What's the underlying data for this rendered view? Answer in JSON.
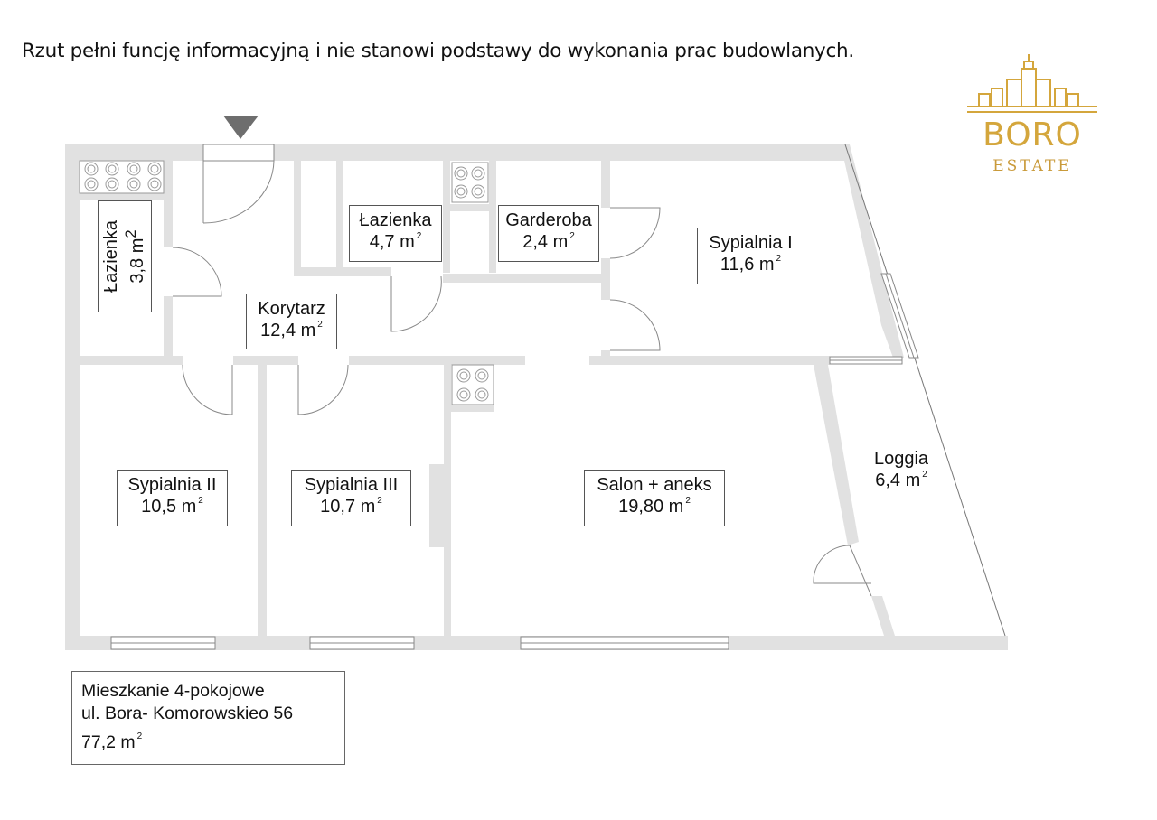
{
  "disclaimer": "Rzut pełni funcję informacyjną i nie stanowi podstawy do wykonania prac budowlanych.",
  "logo": {
    "brand": "BORO",
    "tagline": "ESTATE",
    "color": "#d4a63c",
    "icon": "city-skyline-icon"
  },
  "entrance_marker": "entrance-arrow-icon",
  "rooms": {
    "bathroom_small": {
      "name": "Łazienka",
      "area": "3,8 m",
      "unit_sup": "2"
    },
    "corridor": {
      "name": "Korytarz",
      "area": "12,4 m",
      "unit_sup": "2"
    },
    "bathroom": {
      "name": "Łazienka",
      "area": "4,7 m",
      "unit_sup": "2"
    },
    "wardrobe": {
      "name": "Garderoba",
      "area": "2,4 m",
      "unit_sup": "2"
    },
    "bedroom1": {
      "name": "Sypialnia I",
      "area": "11,6 m",
      "unit_sup": "2"
    },
    "bedroom2": {
      "name": "Sypialnia II",
      "area": "10,5 m",
      "unit_sup": "2"
    },
    "bedroom3": {
      "name": "Sypialnia III",
      "area": "10,7 m",
      "unit_sup": "2"
    },
    "living": {
      "name": "Salon + aneks",
      "area": "19,80 m",
      "unit_sup": "2"
    },
    "loggia": {
      "name": "Loggia",
      "area": "6,4 m",
      "unit_sup": "2"
    }
  },
  "info": {
    "type": "Mieszkanie 4-pokojowe",
    "address": "ul. Bora- Komorowskieo 56",
    "total_area": "77,2 m",
    "unit_sup": "2"
  },
  "colors": {
    "wall": "#e1e1e1",
    "line": "#888888",
    "text": "#111111"
  }
}
